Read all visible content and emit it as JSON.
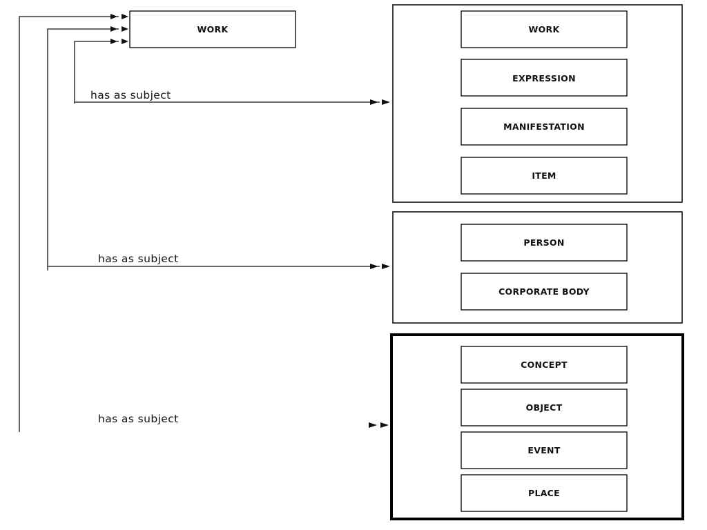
{
  "source_entity": {
    "label": "WORK"
  },
  "relationships": [
    {
      "label": "has as subject",
      "target_group": "group1"
    },
    {
      "label": "has as subject",
      "target_group": "group2"
    },
    {
      "label": "has as subject",
      "target_group": "group3"
    }
  ],
  "groups": {
    "group1": {
      "entities": [
        "WORK",
        "EXPRESSION",
        "MANIFESTATION",
        "ITEM"
      ]
    },
    "group2": {
      "entities": [
        "PERSON",
        "CORPORATE BODY"
      ]
    },
    "group3": {
      "entities": [
        "CONCEPT",
        "OBJECT",
        "EVENT",
        "PLACE"
      ]
    }
  },
  "colors": {
    "line": "#111111",
    "background": "#ffffff"
  }
}
